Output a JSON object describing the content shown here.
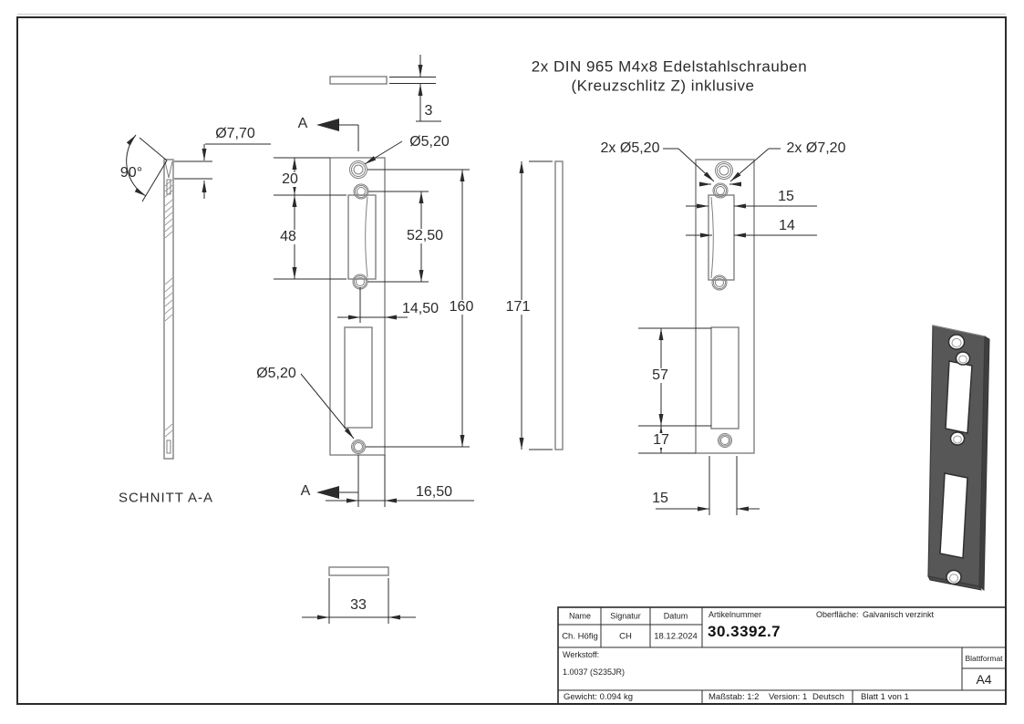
{
  "colors": {
    "part_line": "#7f7f7f",
    "dim_line": "#2b2b2b",
    "render_fill": "#575757",
    "render_side": "#3f3f3f",
    "paper": "#ffffff"
  },
  "note": {
    "line1": "2x DIN 965 M4x8 Edelstahlschrauben",
    "line2": "(Kreuzschlitz Z) inklusive"
  },
  "section_view": {
    "caption": "SCHNITT A-A",
    "countersink_angle": "90°",
    "countersink_dia": "Ø7,70"
  },
  "top_view": {
    "thickness": "3"
  },
  "bottom_view": {
    "width": "33"
  },
  "front_view": {
    "cut_label_top": "A",
    "cut_label_bottom": "A",
    "hole_dia_top": "Ø5,20",
    "hole_dia_bottom": "Ø5,20",
    "dim_top_offset": "20",
    "dim_cutout_height": "48",
    "dim_hole_spacing": "52,50",
    "dim_hole_to_edge": "14,50",
    "dim_hole_span": "160",
    "dim_bottom_offset": "16,50"
  },
  "edge_view": {
    "height": "171"
  },
  "back_view": {
    "holes_small": "2x Ø5,20",
    "holes_countersink": "2x Ø7,20",
    "dim_cutout_width": "15",
    "dim_latch_width": "14",
    "dim_lower_cutout_height": "57",
    "dim_bottom_gap": "17",
    "dim_bottom_offset": "15"
  },
  "title_block": {
    "name_label": "Name",
    "signatur_label": "Signatur",
    "datum_label": "Datum",
    "name": "Ch. Höfig",
    "signatur": "CH",
    "datum": "18.12.2024",
    "artikelnummer_label": "Artikelnummer",
    "artikelnummer": "30.3392.7",
    "oberflaeche_label": "Oberfläche:",
    "oberflaeche": "Galvanisch verzinkt",
    "werkstoff_label": "Werkstoff:",
    "werkstoff": "1.0037 (S235JR)",
    "blattformat_label": "Blattformat",
    "blattformat": "A4",
    "gewicht": "Gewicht: 0.094 kg",
    "massstab": "Maßstab: 1:2",
    "version": "Version: 1",
    "sprache": "Deutsch",
    "blatt": "Blatt 1 von 1"
  }
}
